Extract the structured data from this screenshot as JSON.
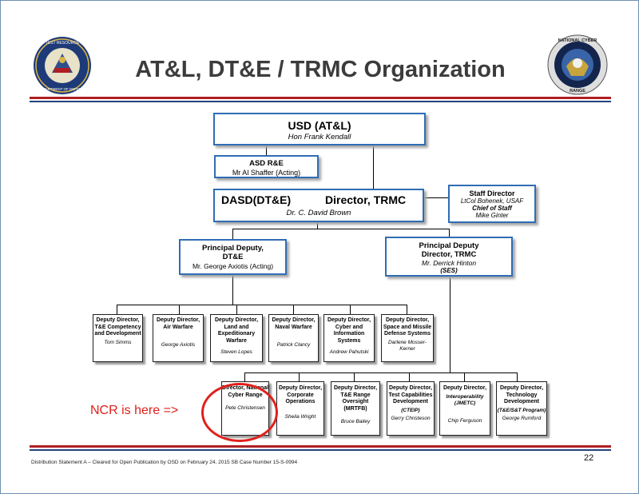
{
  "title": "AT&L, DT&E / TRMC Organization",
  "logos": {
    "left": {
      "name": "Test Resource Management Center seal",
      "ring_text": "TEST RESOURCE MANAGEMENT CENTER",
      "bottom_text": "DEPARTMENT OF DEFENSE"
    },
    "right": {
      "name": "National Cyber Range seal",
      "ring_text": "NATIONAL CYBER RANGE"
    }
  },
  "org": {
    "usd": {
      "title": "USD (AT&L)",
      "name": "Hon Frank Kendall"
    },
    "asd": {
      "title": "ASD R&E",
      "name": "Mr Al Shaffer (Acting)"
    },
    "dasd": {
      "title_left": "DASD(DT&E)",
      "title_right": "Director, TRMC",
      "name": "Dr. C. David Brown"
    },
    "staff": {
      "title": "Staff Director",
      "name": "LtCol Bohenek, USAF",
      "role": "Chief of Staff",
      "name2": "Mike Ginter"
    },
    "pd_dte": {
      "title1": "Principal Deputy,",
      "title2": "DT&E",
      "name": "Mr. George Axiotis (Acting)"
    },
    "pd_trmc": {
      "title1": "Principal Deputy",
      "title2": "Director, TRMC",
      "name": "Mr. Derrick Hinton",
      "note": "(SES)"
    },
    "dte_deputies": [
      {
        "title": "Deputy Director, T&E Competency and Development",
        "name": "Tom Simms"
      },
      {
        "title": "Deputy Director, Air Warfare",
        "name": "George Axiotis"
      },
      {
        "title": "Deputy Director, Land and Expeditionary Warfare",
        "name": "Steven Lopes"
      },
      {
        "title": "Deputy Director, Naval Warfare",
        "name": "Patrick Clancy"
      },
      {
        "title": "Deputy Director, Cyber and Information Systems",
        "name": "Andrew Pahutski"
      },
      {
        "title": "Deputy Director, Space and Missile Defense Systems",
        "name": "Darlene Mosser-Kerner"
      }
    ],
    "trmc_deputies": [
      {
        "title": "Director, National Cyber Range",
        "name": "Pete Christensen"
      },
      {
        "title": "Deputy Director, Corporate Operations",
        "name": "Sheila Wright"
      },
      {
        "title": "Deputy Director, T&E Range Oversight (MRTFB)",
        "name": "Bruce Bailey"
      },
      {
        "title": "Deputy Director, Test Capabilities Development",
        "sub": "(CTEIP)",
        "name": "Gerry Christeson"
      },
      {
        "title": "Deputy Director,",
        "sub": "Interoperability (JMETC)",
        "name": "Chip Ferguson"
      },
      {
        "title": "Deputy Director, Technology Development",
        "sub": "(T&E/S&T Program)",
        "name": "George Rumford"
      }
    ]
  },
  "callout": "NCR is here =>",
  "footer": "Distribution Statement A – Cleared for Open Publication by OSD on February 24, 2015 SB Case Number 15-S-0994",
  "page_number": "22",
  "colors": {
    "title": "#3c3c3c",
    "rule_red": "#b01e23",
    "rule_blue": "#23417a",
    "box_border_blue": "#2f6db5",
    "callout": "#e0201c"
  }
}
